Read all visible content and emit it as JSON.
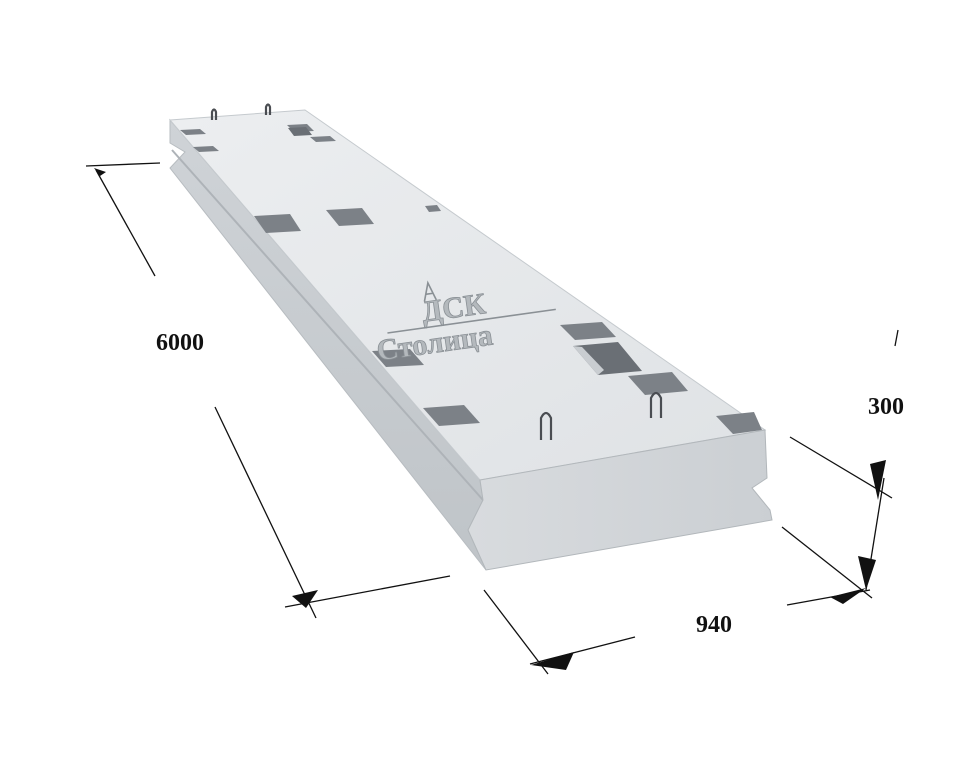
{
  "dimensions": {
    "length": "6000",
    "height": "300",
    "width": "940"
  },
  "logo": {
    "line1": "ДСК",
    "line2": "Столица"
  },
  "colors": {
    "top_face": "#e5e8ea",
    "front_face": "#d2d6d9",
    "side_face": "#c7ccd0",
    "recess": "#7c8187",
    "dimension_line": "#111111"
  }
}
